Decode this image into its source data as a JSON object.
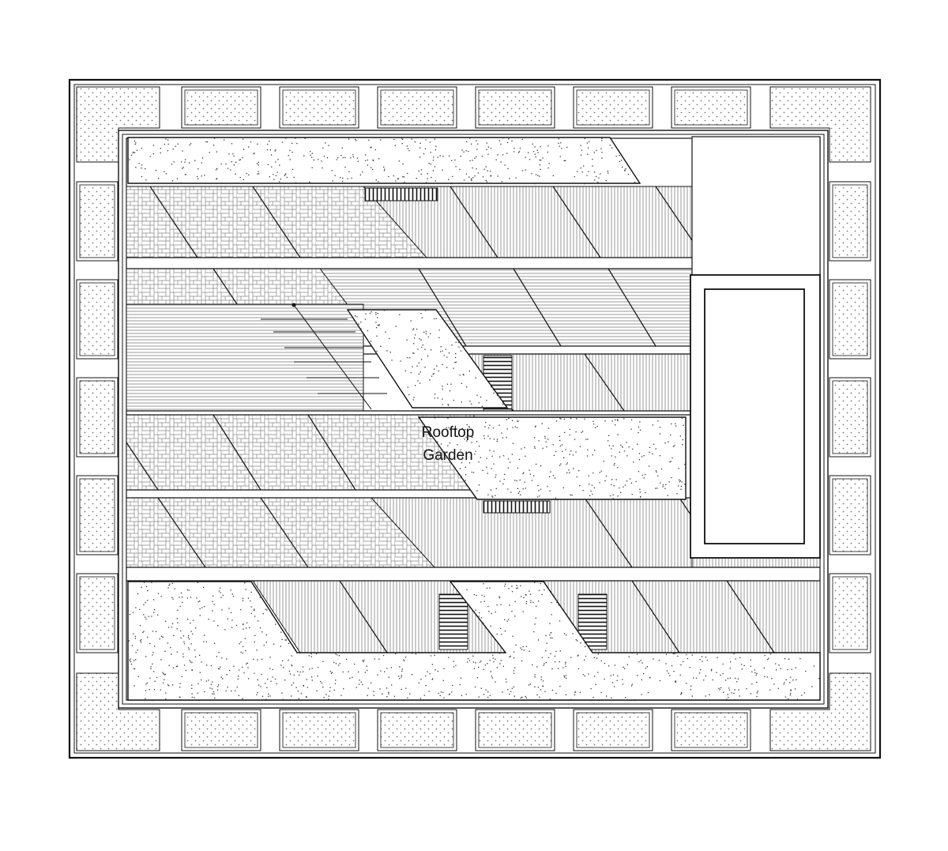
{
  "drawing": {
    "label_line1": "Rooftop",
    "label_line2": "Garden"
  },
  "colors": {
    "ink": "#1a1a1a",
    "paper": "#ffffff",
    "speckle": "#333333"
  },
  "legend_patterns": [
    "dotted-gravel",
    "herringbone-paving",
    "wood-decking",
    "speckled-lawn",
    "louvered-grate"
  ]
}
